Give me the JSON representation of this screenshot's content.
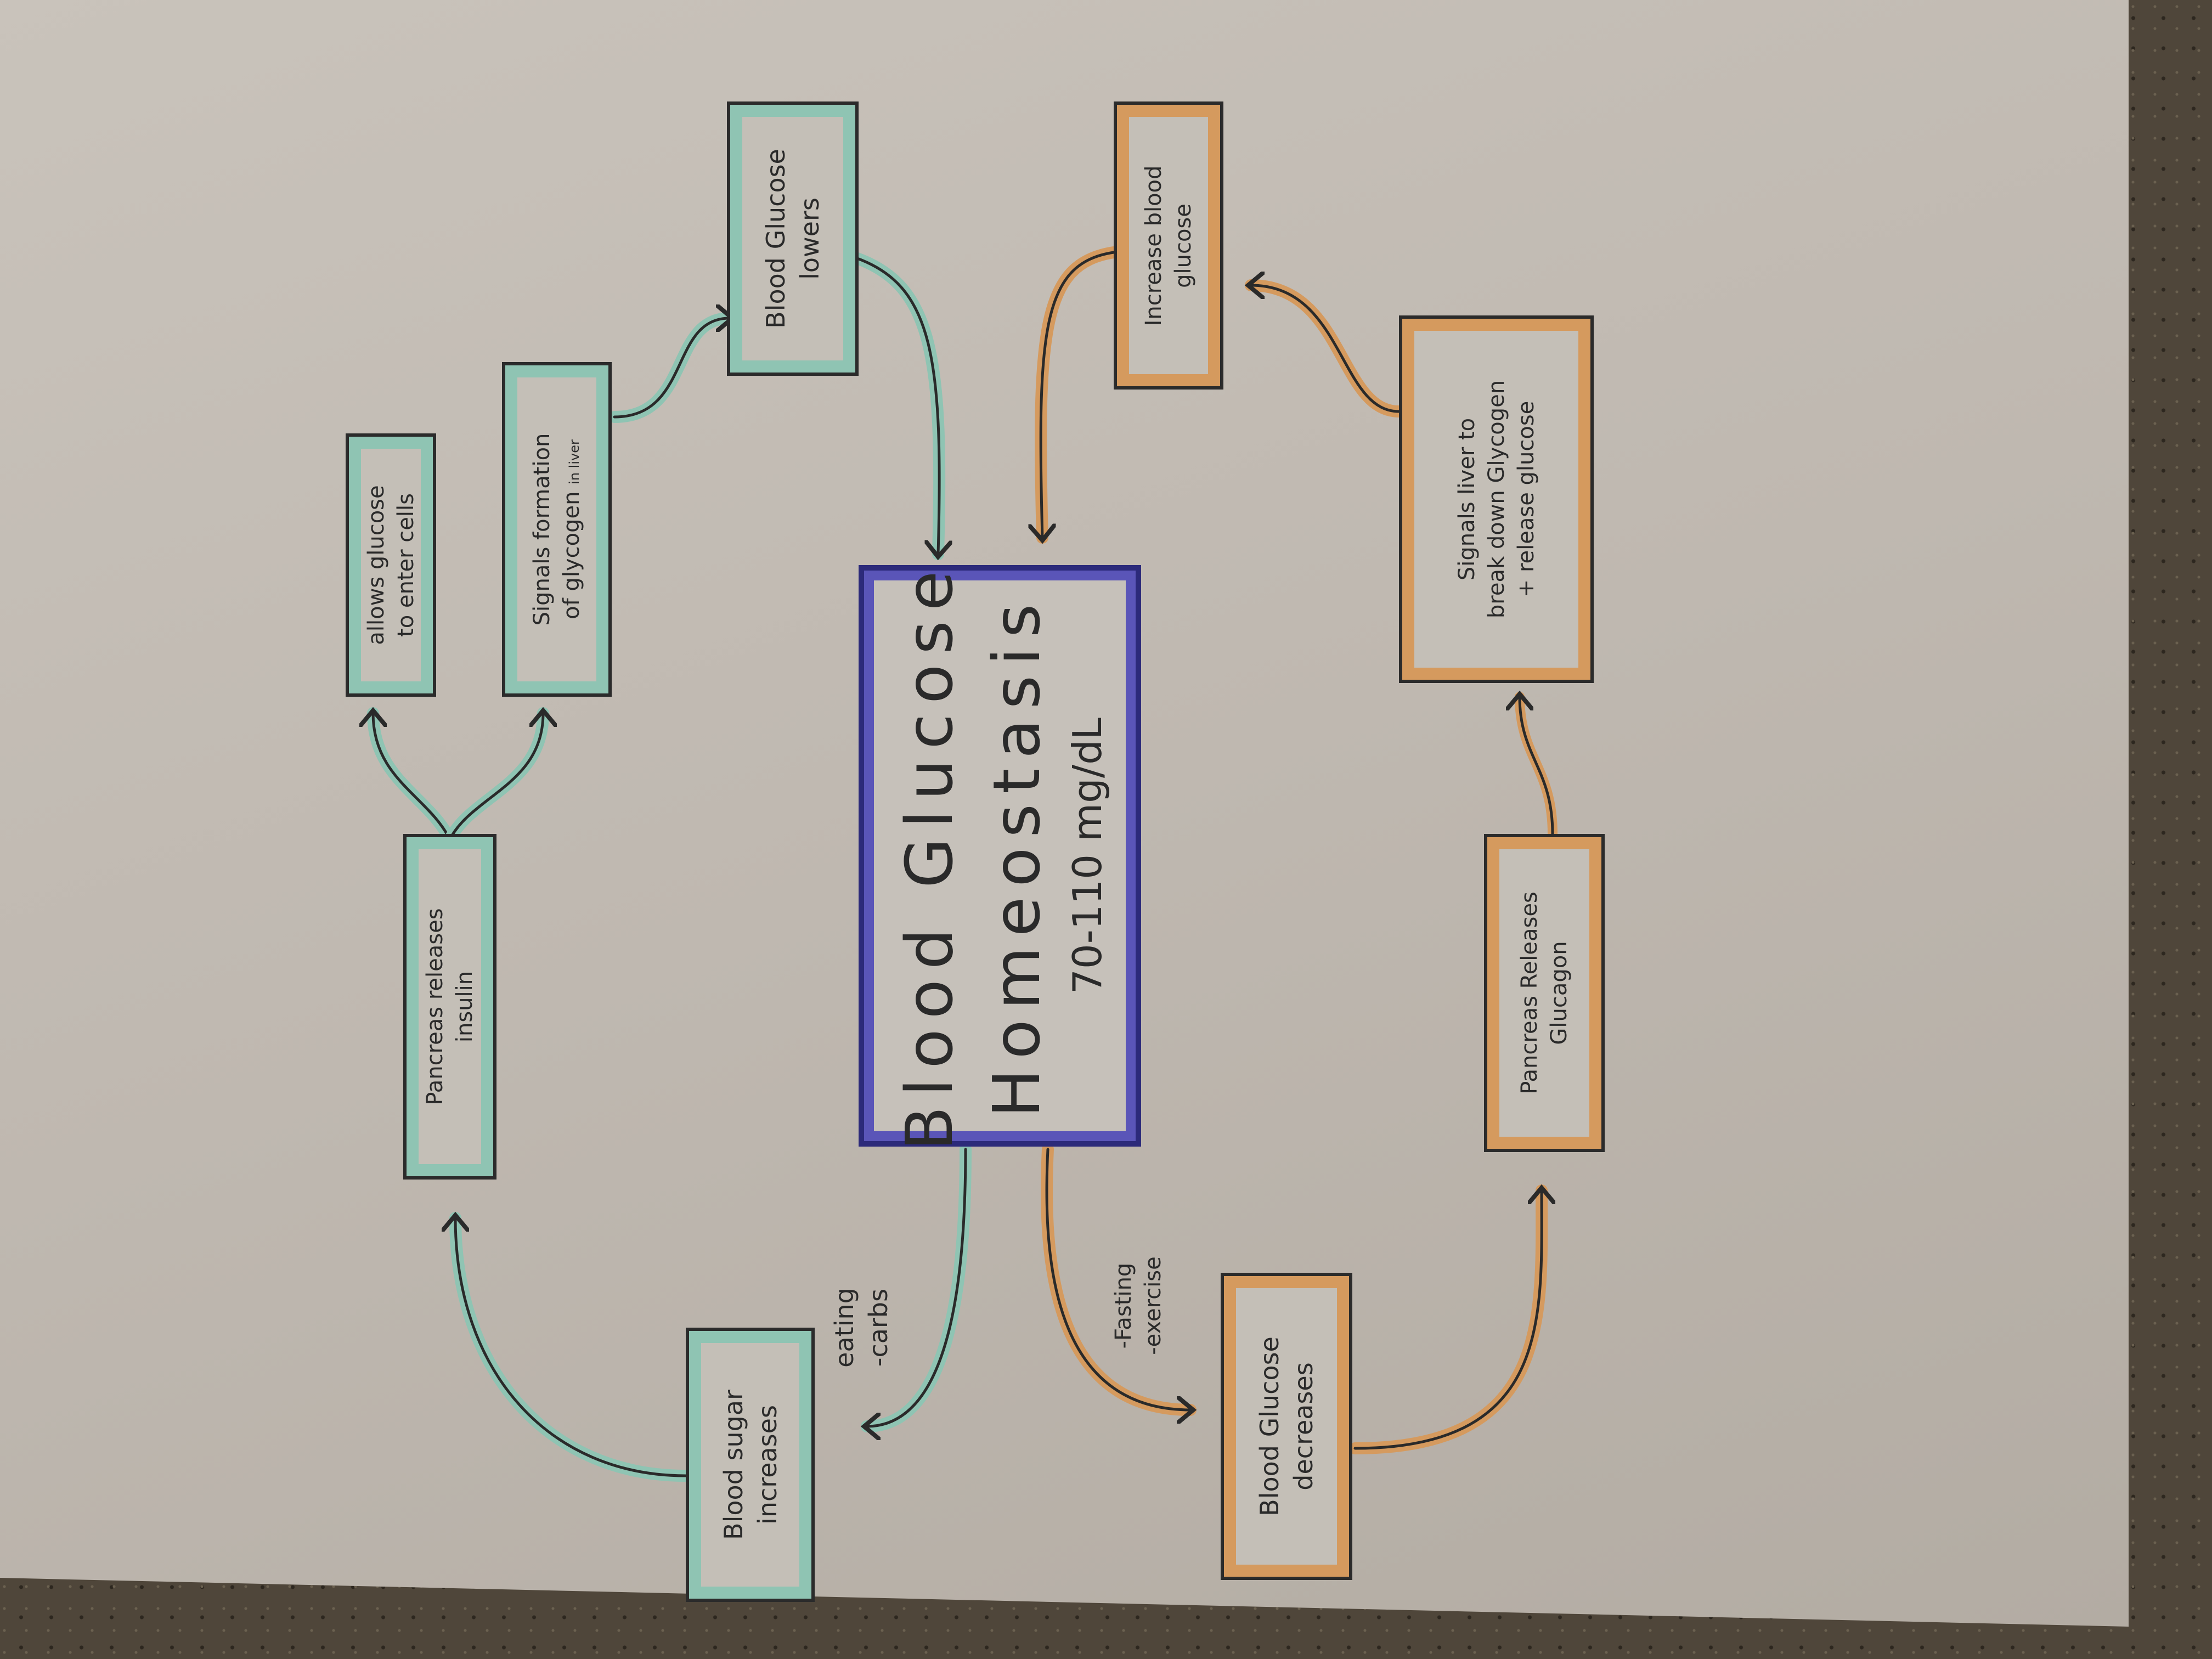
{
  "diagram": {
    "title": "Blood Glucose Homeostasis",
    "center": {
      "line1": "Blood Glucose",
      "line2": "Homeostasis",
      "range": "70-110 mg/dL"
    },
    "insulin_loop": {
      "color": "#8fc4b3",
      "trigger_label_1": "eating",
      "trigger_label_2": "-carbs",
      "nodes": [
        {
          "id": "blood-sugar-increases",
          "line1": "Blood sugar",
          "line2": "increases"
        },
        {
          "id": "pancreas-releases-insulin",
          "line1": "Pancreas releases",
          "line2": "insulin"
        },
        {
          "id": "allows-glucose-enter-cells",
          "line1": "allows glucose",
          "line2": "to enter cells"
        },
        {
          "id": "signals-formation-glycogen",
          "line1": "Signals formation",
          "line2": "of glycogen",
          "note": "in liver"
        },
        {
          "id": "blood-glucose-lowers",
          "line1": "Blood Glucose",
          "line2": "lowers"
        }
      ]
    },
    "glucagon_loop": {
      "color": "#d59a5e",
      "trigger_label_1": "-Fasting",
      "trigger_label_2": "-exercise",
      "nodes": [
        {
          "id": "blood-glucose-decreases",
          "line1": "Blood Glucose",
          "line2": "decreases"
        },
        {
          "id": "pancreas-releases-glucagon",
          "line1": "Pancreas Releases",
          "line2": "Glucagon"
        },
        {
          "id": "signals-liver-break-down",
          "line1": "Signals liver to",
          "line2": "break down Glycogen",
          "line3": "+ release glucose"
        },
        {
          "id": "increase-blood-glucose",
          "line1": "Increase blood",
          "line2": "glucose"
        }
      ]
    },
    "colors": {
      "center_border": "#5a55b8",
      "teal": "#8fc4b3",
      "orange": "#d59a5e",
      "ink": "#2a2a2a",
      "paper": "#c4bfb7"
    }
  }
}
